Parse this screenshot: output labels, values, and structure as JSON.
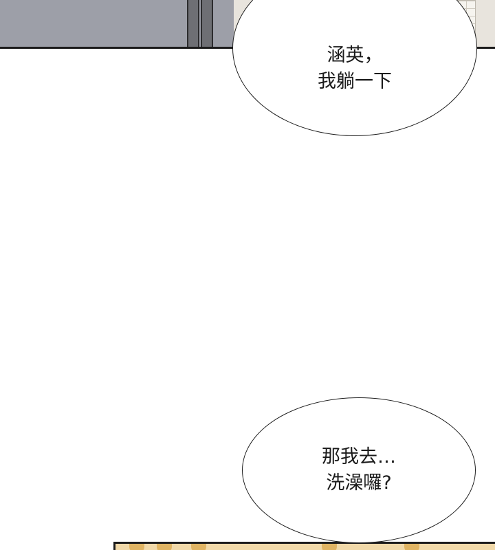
{
  "bubbles": {
    "top": {
      "lines": [
        "涵英，",
        "我躺一下"
      ]
    },
    "bottom": {
      "lines": [
        "那我去…",
        "洗澡囉?"
      ]
    }
  },
  "colors": {
    "top_panel_background": "#9d9fa8",
    "panel_border": "#1b1b1b",
    "bottom_panel_hair": "#f1d9a9"
  }
}
